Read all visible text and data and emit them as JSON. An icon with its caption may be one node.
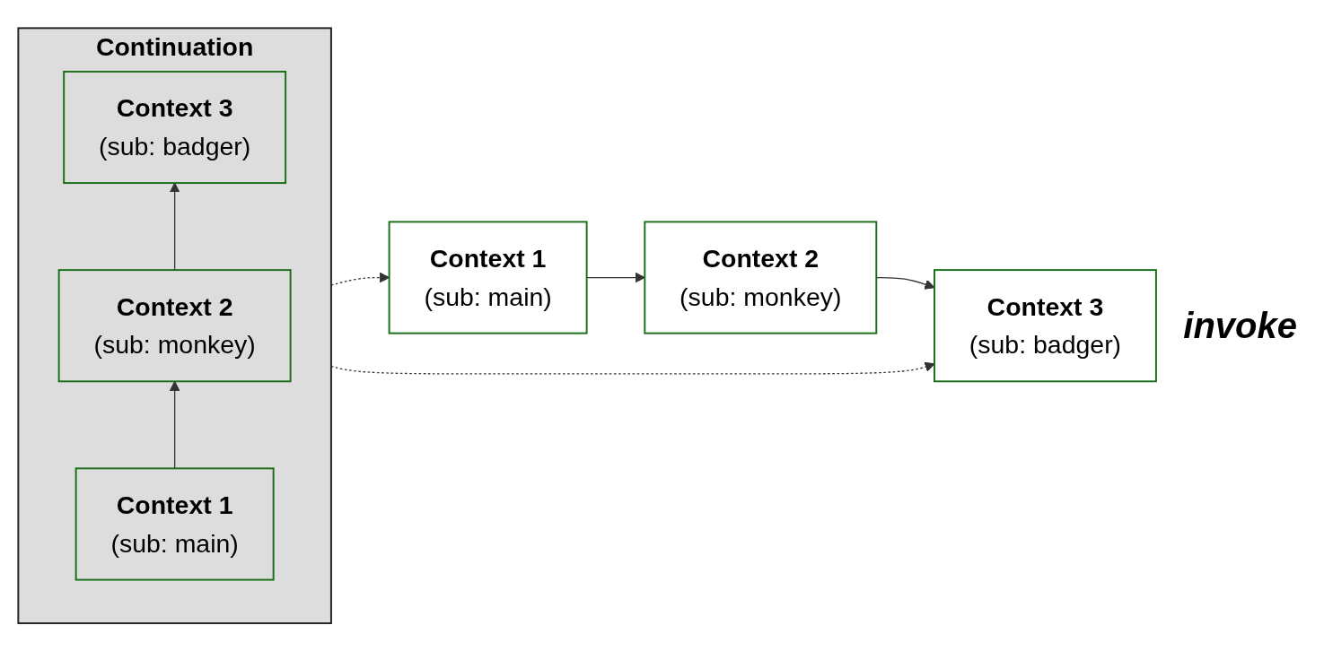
{
  "diagram": {
    "nodes": [
      {
        "text": [
          "Continuation"
        ]
      },
      {
        "text": [
          "Context 3",
          "(sub: badger)"
        ],
        "in": 0
      },
      {
        "text": [
          "Context 2",
          "(sub: monkey)"
        ],
        "in": 0
      },
      {
        "text": [
          "Context 1",
          "(sub: main)"
        ],
        "in": 0
      },
      {
        "text": [
          "Context 3",
          "(sub: badger)"
        ]
      },
      {
        "text": [
          "Context 2",
          "(sub: monkey)"
        ]
      },
      {
        "text": [
          "Context 1",
          "(sub: main)"
        ]
      }
    ],
    "edges": [
      {
        "from": 3,
        "to": 2,
        "arrow": "to"
      },
      {
        "from": 2,
        "to": 1,
        "arrow": "to"
      },
      {
        "from": 0,
        "to": 4,
        "arrow": "to",
        "style": "dashed"
      },
      {
        "from": 0,
        "to": 6,
        "arrow": "to",
        "style": "dashed"
      },
      {
        "from": 6,
        "to": 5,
        "arrow": "to"
      },
      {
        "from": 5,
        "to": 4,
        "arrow": "to"
      }
    ],
    "labels": [
      "invoke"
    ]
  }
}
